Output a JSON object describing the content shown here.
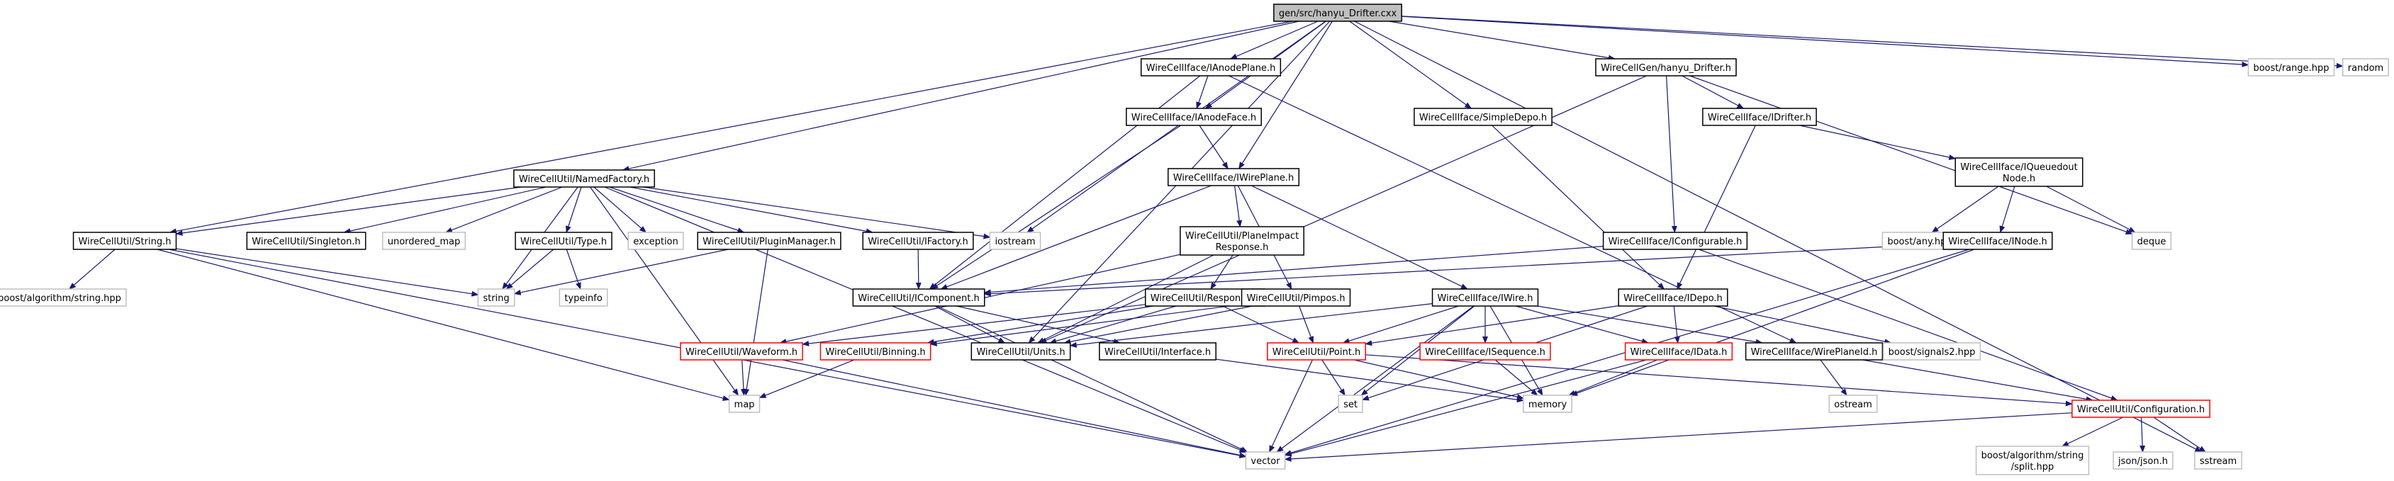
{
  "colors": {
    "edge": "#191970",
    "file_border": "#000000",
    "file_fill": "#ffffff",
    "root_fill": "#bfbfbf",
    "incomplete_border": "#ff0000",
    "system_border": "#bfbfbf",
    "system_text": "#444444"
  },
  "nodes": [
    {
      "id": "root",
      "lines": [
        "gen/src/hanyu_Drifter.cxx"
      ],
      "kind": "root"
    },
    {
      "id": "anodeplane",
      "lines": [
        "WireCellIface/IAnodePlane.h"
      ],
      "kind": "file"
    },
    {
      "id": "hanyu",
      "lines": [
        "WireCellGen/hanyu_Drifter.h"
      ],
      "kind": "file"
    },
    {
      "id": "boost_range",
      "lines": [
        "boost/range.hpp"
      ],
      "kind": "system"
    },
    {
      "id": "random",
      "lines": [
        "random"
      ],
      "kind": "system"
    },
    {
      "id": "anodeface",
      "lines": [
        "WireCellIface/IAnodeFace.h"
      ],
      "kind": "file"
    },
    {
      "id": "simpledepo",
      "lines": [
        "WireCellIface/SimpleDepo.h"
      ],
      "kind": "file"
    },
    {
      "id": "idrifter",
      "lines": [
        "WireCellIface/IDrifter.h"
      ],
      "kind": "file"
    },
    {
      "id": "iqueuedout",
      "lines": [
        "WireCellIface/IQueuedout",
        "Node.h"
      ],
      "kind": "file"
    },
    {
      "id": "namedfactory",
      "lines": [
        "WireCellUtil/NamedFactory.h"
      ],
      "kind": "file"
    },
    {
      "id": "iwireplane",
      "lines": [
        "WireCellIface/IWirePlane.h"
      ],
      "kind": "file"
    },
    {
      "id": "iostream",
      "lines": [
        "iostream"
      ],
      "kind": "system"
    },
    {
      "id": "boost_any",
      "lines": [
        "boost/any.hpp"
      ],
      "kind": "system"
    },
    {
      "id": "deque",
      "lines": [
        "deque"
      ],
      "kind": "system"
    },
    {
      "id": "string_h",
      "lines": [
        "WireCellUtil/String.h"
      ],
      "kind": "file"
    },
    {
      "id": "singleton",
      "lines": [
        "WireCellUtil/Singleton.h"
      ],
      "kind": "file"
    },
    {
      "id": "unordered_map",
      "lines": [
        "unordered_map"
      ],
      "kind": "system"
    },
    {
      "id": "type_h",
      "lines": [
        "WireCellUtil/Type.h"
      ],
      "kind": "file"
    },
    {
      "id": "exception",
      "lines": [
        "exception"
      ],
      "kind": "system"
    },
    {
      "id": "pluginmanager",
      "lines": [
        "WireCellUtil/PluginManager.h"
      ],
      "kind": "file"
    },
    {
      "id": "ifactory",
      "lines": [
        "WireCellUtil/IFactory.h"
      ],
      "kind": "file"
    },
    {
      "id": "planeimpact",
      "lines": [
        "WireCellUtil/PlaneImpact",
        "Response.h"
      ],
      "kind": "file"
    },
    {
      "id": "iconfigurable",
      "lines": [
        "WireCellIface/IConfigurable.h"
      ],
      "kind": "file"
    },
    {
      "id": "inode",
      "lines": [
        "WireCellIface/INode.h"
      ],
      "kind": "file"
    },
    {
      "id": "boost_string",
      "lines": [
        "boost/algorithm/string.hpp"
      ],
      "kind": "system"
    },
    {
      "id": "string",
      "lines": [
        "string"
      ],
      "kind": "system"
    },
    {
      "id": "typeinfo",
      "lines": [
        "typeinfo"
      ],
      "kind": "system"
    },
    {
      "id": "icomponent",
      "lines": [
        "WireCellUtil/IComponent.h"
      ],
      "kind": "file"
    },
    {
      "id": "response",
      "lines": [
        "WireCellUtil/Response.h"
      ],
      "kind": "file"
    },
    {
      "id": "pimpos",
      "lines": [
        "WireCellUtil/Pimpos.h"
      ],
      "kind": "file"
    },
    {
      "id": "iwire",
      "lines": [
        "WireCellIface/IWire.h"
      ],
      "kind": "file"
    },
    {
      "id": "idepo",
      "lines": [
        "WireCellIface/IDepo.h"
      ],
      "kind": "file"
    },
    {
      "id": "waveform",
      "lines": [
        "WireCellUtil/Waveform.h"
      ],
      "kind": "incomplete"
    },
    {
      "id": "binning",
      "lines": [
        "WireCellUtil/Binning.h"
      ],
      "kind": "incomplete"
    },
    {
      "id": "units",
      "lines": [
        "WireCellUtil/Units.h"
      ],
      "kind": "file"
    },
    {
      "id": "interface",
      "lines": [
        "WireCellUtil/Interface.h"
      ],
      "kind": "file"
    },
    {
      "id": "point",
      "lines": [
        "WireCellUtil/Point.h"
      ],
      "kind": "incomplete"
    },
    {
      "id": "isequence",
      "lines": [
        "WireCellIface/ISequence.h"
      ],
      "kind": "incomplete"
    },
    {
      "id": "idata",
      "lines": [
        "WireCellIface/IData.h"
      ],
      "kind": "incomplete"
    },
    {
      "id": "wireplaneid",
      "lines": [
        "WireCellIface/WirePlaneId.h"
      ],
      "kind": "file"
    },
    {
      "id": "signals2",
      "lines": [
        "boost/signals2.hpp"
      ],
      "kind": "system"
    },
    {
      "id": "map",
      "lines": [
        "map"
      ],
      "kind": "system"
    },
    {
      "id": "set",
      "lines": [
        "set"
      ],
      "kind": "system"
    },
    {
      "id": "memory",
      "lines": [
        "memory"
      ],
      "kind": "system"
    },
    {
      "id": "ostream",
      "lines": [
        "ostream"
      ],
      "kind": "system"
    },
    {
      "id": "configuration",
      "lines": [
        "WireCellUtil/Configuration.h"
      ],
      "kind": "incomplete"
    },
    {
      "id": "vector",
      "lines": [
        "vector"
      ],
      "kind": "system"
    },
    {
      "id": "boost_split",
      "lines": [
        "boost/algorithm/string",
        "/split.hpp"
      ],
      "kind": "system"
    },
    {
      "id": "json",
      "lines": [
        "json/json.h"
      ],
      "kind": "system"
    },
    {
      "id": "sstream",
      "lines": [
        "sstream"
      ],
      "kind": "system"
    }
  ],
  "edges": [
    [
      "root",
      "anodeplane"
    ],
    [
      "root",
      "hanyu"
    ],
    [
      "root",
      "boost_range"
    ],
    [
      "root",
      "random"
    ],
    [
      "root",
      "anodeface"
    ],
    [
      "root",
      "simpledepo"
    ],
    [
      "root",
      "iwireplane"
    ],
    [
      "root",
      "namedfactory"
    ],
    [
      "root",
      "string_h"
    ],
    [
      "root",
      "iostream"
    ],
    [
      "root",
      "units"
    ],
    [
      "root",
      "sstream"
    ],
    [
      "anodeplane",
      "anodeface"
    ],
    [
      "anodeplane",
      "icomponent"
    ],
    [
      "anodeplane",
      "wireplaneid"
    ],
    [
      "anodeface",
      "iwireplane"
    ],
    [
      "anodeface",
      "icomponent"
    ],
    [
      "iwireplane",
      "planeimpact"
    ],
    [
      "iwireplane",
      "pimpos"
    ],
    [
      "iwireplane",
      "iwire"
    ],
    [
      "iwireplane",
      "icomponent"
    ],
    [
      "planeimpact",
      "response"
    ],
    [
      "planeimpact",
      "units"
    ],
    [
      "planeimpact",
      "waveform"
    ],
    [
      "response",
      "waveform"
    ],
    [
      "response",
      "binning"
    ],
    [
      "response",
      "units"
    ],
    [
      "response",
      "point"
    ],
    [
      "pimpos",
      "binning"
    ],
    [
      "pimpos",
      "point"
    ],
    [
      "pimpos",
      "units"
    ],
    [
      "iwire",
      "point"
    ],
    [
      "iwire",
      "isequence"
    ],
    [
      "iwire",
      "idata"
    ],
    [
      "iwire",
      "wireplaneid"
    ],
    [
      "iwire",
      "set"
    ],
    [
      "iwire",
      "memory"
    ],
    [
      "iwire",
      "vector"
    ],
    [
      "iwire",
      "units"
    ],
    [
      "hanyu",
      "idrifter"
    ],
    [
      "hanyu",
      "iconfigurable"
    ],
    [
      "hanyu",
      "deque"
    ],
    [
      "hanyu",
      "units"
    ],
    [
      "idrifter",
      "iqueuedout"
    ],
    [
      "idrifter",
      "idepo"
    ],
    [
      "iqueuedout",
      "boost_any"
    ],
    [
      "iqueuedout",
      "inode"
    ],
    [
      "iqueuedout",
      "deque"
    ],
    [
      "inode",
      "icomponent"
    ],
    [
      "inode",
      "vector"
    ],
    [
      "inode",
      "memory"
    ],
    [
      "iconfigurable",
      "icomponent"
    ],
    [
      "iconfigurable",
      "configuration"
    ],
    [
      "simpledepo",
      "idepo"
    ],
    [
      "idepo",
      "point"
    ],
    [
      "idepo",
      "idata"
    ],
    [
      "idepo",
      "set"
    ],
    [
      "idepo",
      "signals2"
    ],
    [
      "idata",
      "memory"
    ],
    [
      "idata",
      "vector"
    ],
    [
      "isequence",
      "memory"
    ],
    [
      "wireplaneid",
      "ostream"
    ],
    [
      "wireplaneid",
      "configuration"
    ],
    [
      "point",
      "set"
    ],
    [
      "point",
      "memory"
    ],
    [
      "point",
      "vector"
    ],
    [
      "point",
      "configuration"
    ],
    [
      "configuration",
      "boost_split"
    ],
    [
      "configuration",
      "json"
    ],
    [
      "configuration",
      "sstream"
    ],
    [
      "configuration",
      "vector"
    ],
    [
      "namedfactory",
      "string_h"
    ],
    [
      "namedfactory",
      "singleton"
    ],
    [
      "namedfactory",
      "unordered_map"
    ],
    [
      "namedfactory",
      "type_h"
    ],
    [
      "namedfactory",
      "exception"
    ],
    [
      "namedfactory",
      "pluginmanager"
    ],
    [
      "namedfactory",
      "ifactory"
    ],
    [
      "namedfactory",
      "iostream"
    ],
    [
      "namedfactory",
      "string"
    ],
    [
      "namedfactory",
      "map"
    ],
    [
      "namedfactory",
      "vector"
    ],
    [
      "string_h",
      "boost_string"
    ],
    [
      "string_h",
      "string"
    ],
    [
      "string_h",
      "map"
    ],
    [
      "string_h",
      "vector"
    ],
    [
      "type_h",
      "string"
    ],
    [
      "type_h",
      "typeinfo"
    ],
    [
      "pluginmanager",
      "string"
    ],
    [
      "pluginmanager",
      "map"
    ],
    [
      "ifactory",
      "icomponent"
    ],
    [
      "icomponent",
      "interface"
    ],
    [
      "icomponent",
      "vector"
    ],
    [
      "icomponent",
      "units"
    ],
    [
      "waveform",
      "map"
    ],
    [
      "waveform",
      "vector"
    ],
    [
      "binning",
      "map"
    ],
    [
      "interface",
      "memory"
    ]
  ]
}
